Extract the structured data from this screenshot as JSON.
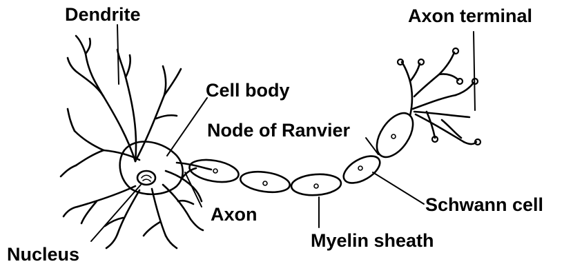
{
  "labels": {
    "dendrite": "Dendrite",
    "axon_terminal": "Axon terminal",
    "cell_body": "Cell body",
    "node_of_ranvier": "Node of Ranvier",
    "schwann_cell": "Schwann cell",
    "axon": "Axon",
    "myelin_sheath": "Myelin sheath",
    "nucleus": "Nucleus"
  }
}
